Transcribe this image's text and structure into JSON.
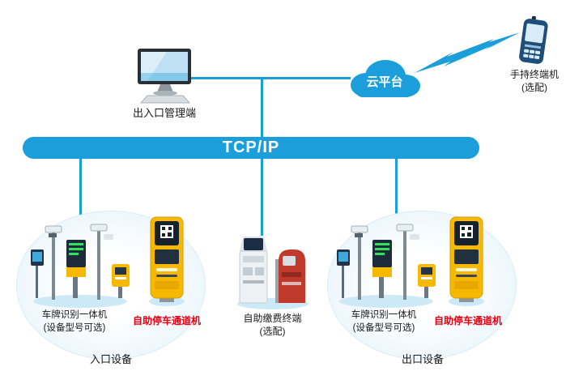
{
  "colors": {
    "blue": "#1b9ed9",
    "red": "#e60012",
    "yellow": "#f6b900"
  },
  "management": {
    "label": "出入口管理端"
  },
  "cloud": {
    "label": "云平台"
  },
  "handheld": {
    "label": "手持终端机",
    "note": "(选配)"
  },
  "bus": {
    "label": "TCP/IP"
  },
  "entry": {
    "lpr_label": "车牌识别一体机",
    "lpr_note": "(设备型号可选)",
    "kiosk_label": "自助停车通道机",
    "group_label": "入口设备"
  },
  "payment": {
    "label": "自助缴费终端",
    "note": "(选配)"
  },
  "exit": {
    "lpr_label": "车牌识别一体机",
    "lpr_note": "(设备型号可选)",
    "kiosk_label": "自助停车通道机",
    "group_label": "出口设备"
  }
}
